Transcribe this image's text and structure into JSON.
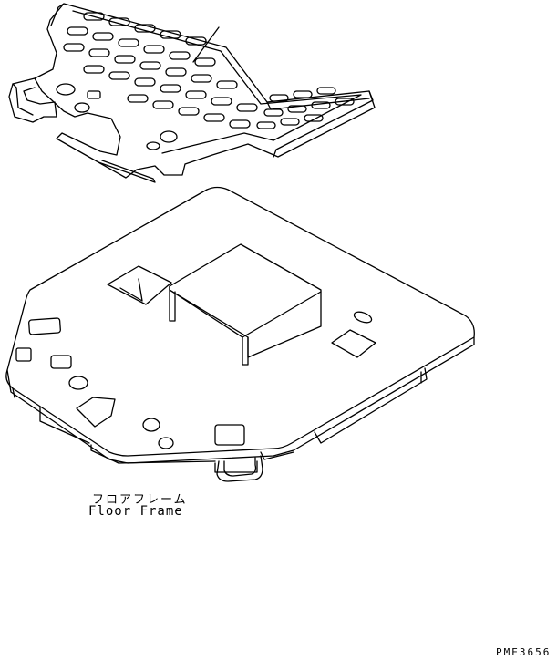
{
  "caption": {
    "japanese": "フロアフレーム",
    "english": "Floor Frame"
  },
  "drawing_code": "PME3656",
  "parts": [
    {
      "icon": "floor-mat-drawing"
    },
    {
      "icon": "floor-frame-drawing"
    }
  ]
}
